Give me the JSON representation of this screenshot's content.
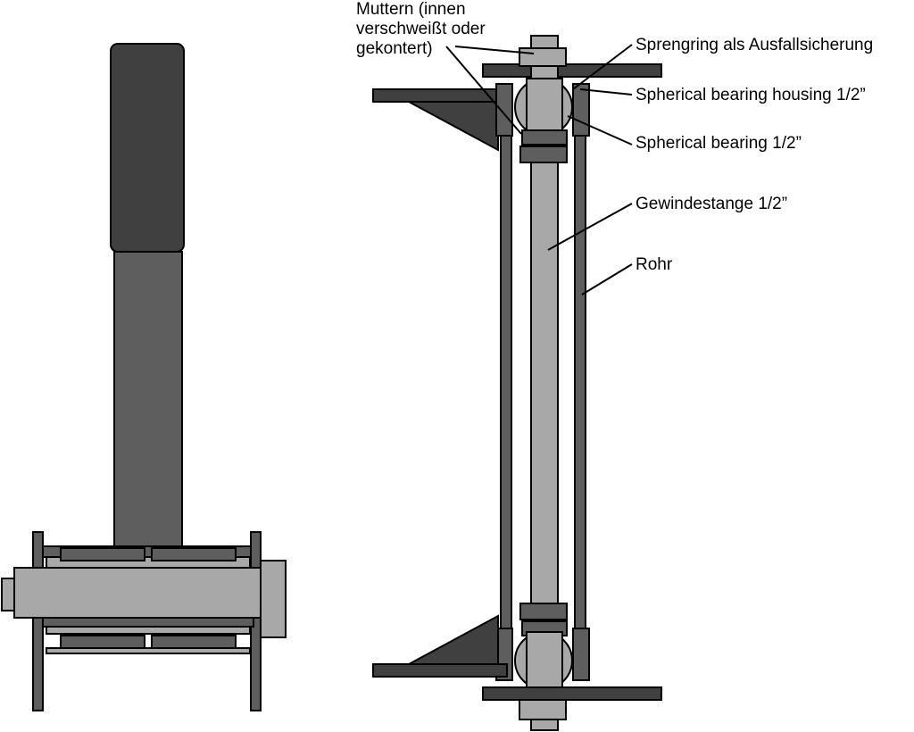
{
  "labels": {
    "muttern": [
      "Muttern (innen",
      "verschweißt oder",
      "gekontert)"
    ],
    "sprengring": "Sprengring als Ausfallsicherung",
    "housing": "Spherical bearing housing 1/2”",
    "bearing": "Spherical bearing 1/2”",
    "gewinde": "Gewindestange 1/2”",
    "rohr": "Rohr"
  },
  "colors": {
    "dark": "#3c3c3c",
    "mid": "#5e5e5e",
    "light": "#a8a8a8",
    "outline": "#000000",
    "background": "#ffffff"
  }
}
